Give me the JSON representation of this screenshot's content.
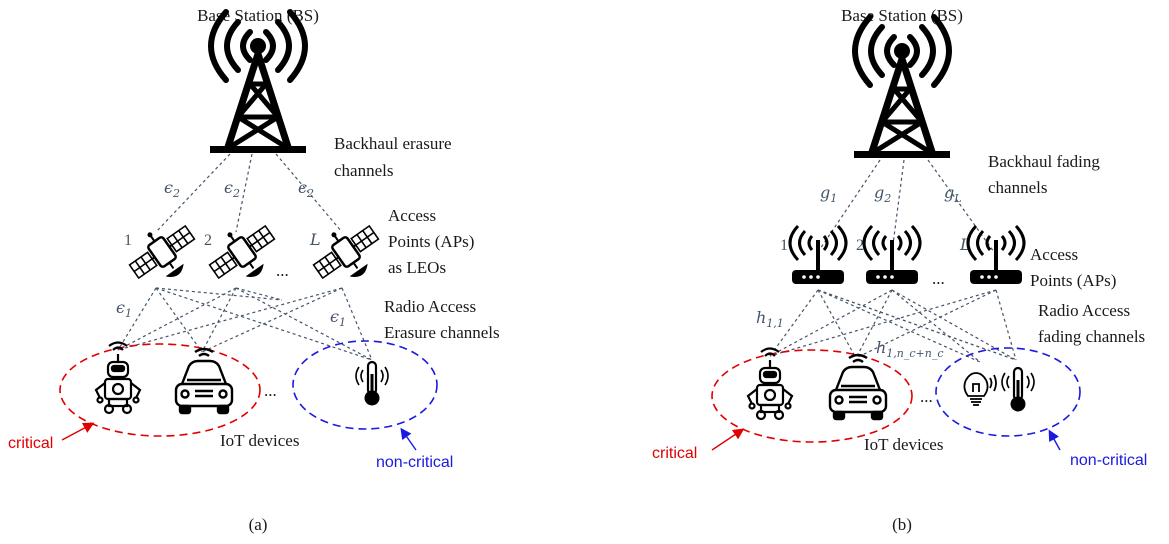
{
  "left": {
    "bs_label": "Base Station (BS)",
    "backhaul_line1": "Backhaul erasure",
    "backhaul_line2": "channels",
    "ap_line1": "Access",
    "ap_line2": "Points (APs)",
    "ap_line3": "as LEOs",
    "radio_line1": "Radio Access",
    "radio_line2": "Erasure channels",
    "ap_numbers": [
      "1",
      "2",
      "L"
    ],
    "dots": "...",
    "backhaul_symbols": [
      "ϵ",
      "ϵ",
      "ϵ"
    ],
    "backhaul_subscripts": [
      "2",
      "2",
      "2"
    ],
    "radio_symbols": [
      "ϵ",
      "ϵ"
    ],
    "radio_subscripts": [
      "1",
      "1"
    ],
    "critical": "critical",
    "iot": "IoT devices",
    "non_critical": "non-critical",
    "caption": "(a)"
  },
  "right": {
    "bs_label": "Base Station (BS)",
    "backhaul_line1": "Backhaul fading",
    "backhaul_line2": "channels",
    "ap_line1": "Access",
    "ap_line2": "Points (APs)",
    "radio_line1": "Radio Access",
    "radio_line2": "fading channels",
    "ap_numbers": [
      "1",
      "2",
      "L"
    ],
    "dots": "...",
    "backhaul_symbols": [
      "g",
      "g",
      "g"
    ],
    "backhaul_subscripts": [
      "1",
      "2",
      "L"
    ],
    "h11_symbol": "h",
    "h11_sub": "1,1",
    "h1n_symbol": "h",
    "h1n_sub": "1,n_c+n_c",
    "critical": "critical",
    "iot": "IoT devices",
    "non_critical": "non-critical",
    "caption": "(b)"
  },
  "icons": [
    "tower-icon",
    "satellite-icon",
    "router-icon",
    "robot-icon",
    "car-icon",
    "thermometer-icon",
    "lightbulb-icon"
  ],
  "colors": {
    "critical": "#e00000",
    "non_critical": "#1a1ae0",
    "links": "#44546a"
  }
}
